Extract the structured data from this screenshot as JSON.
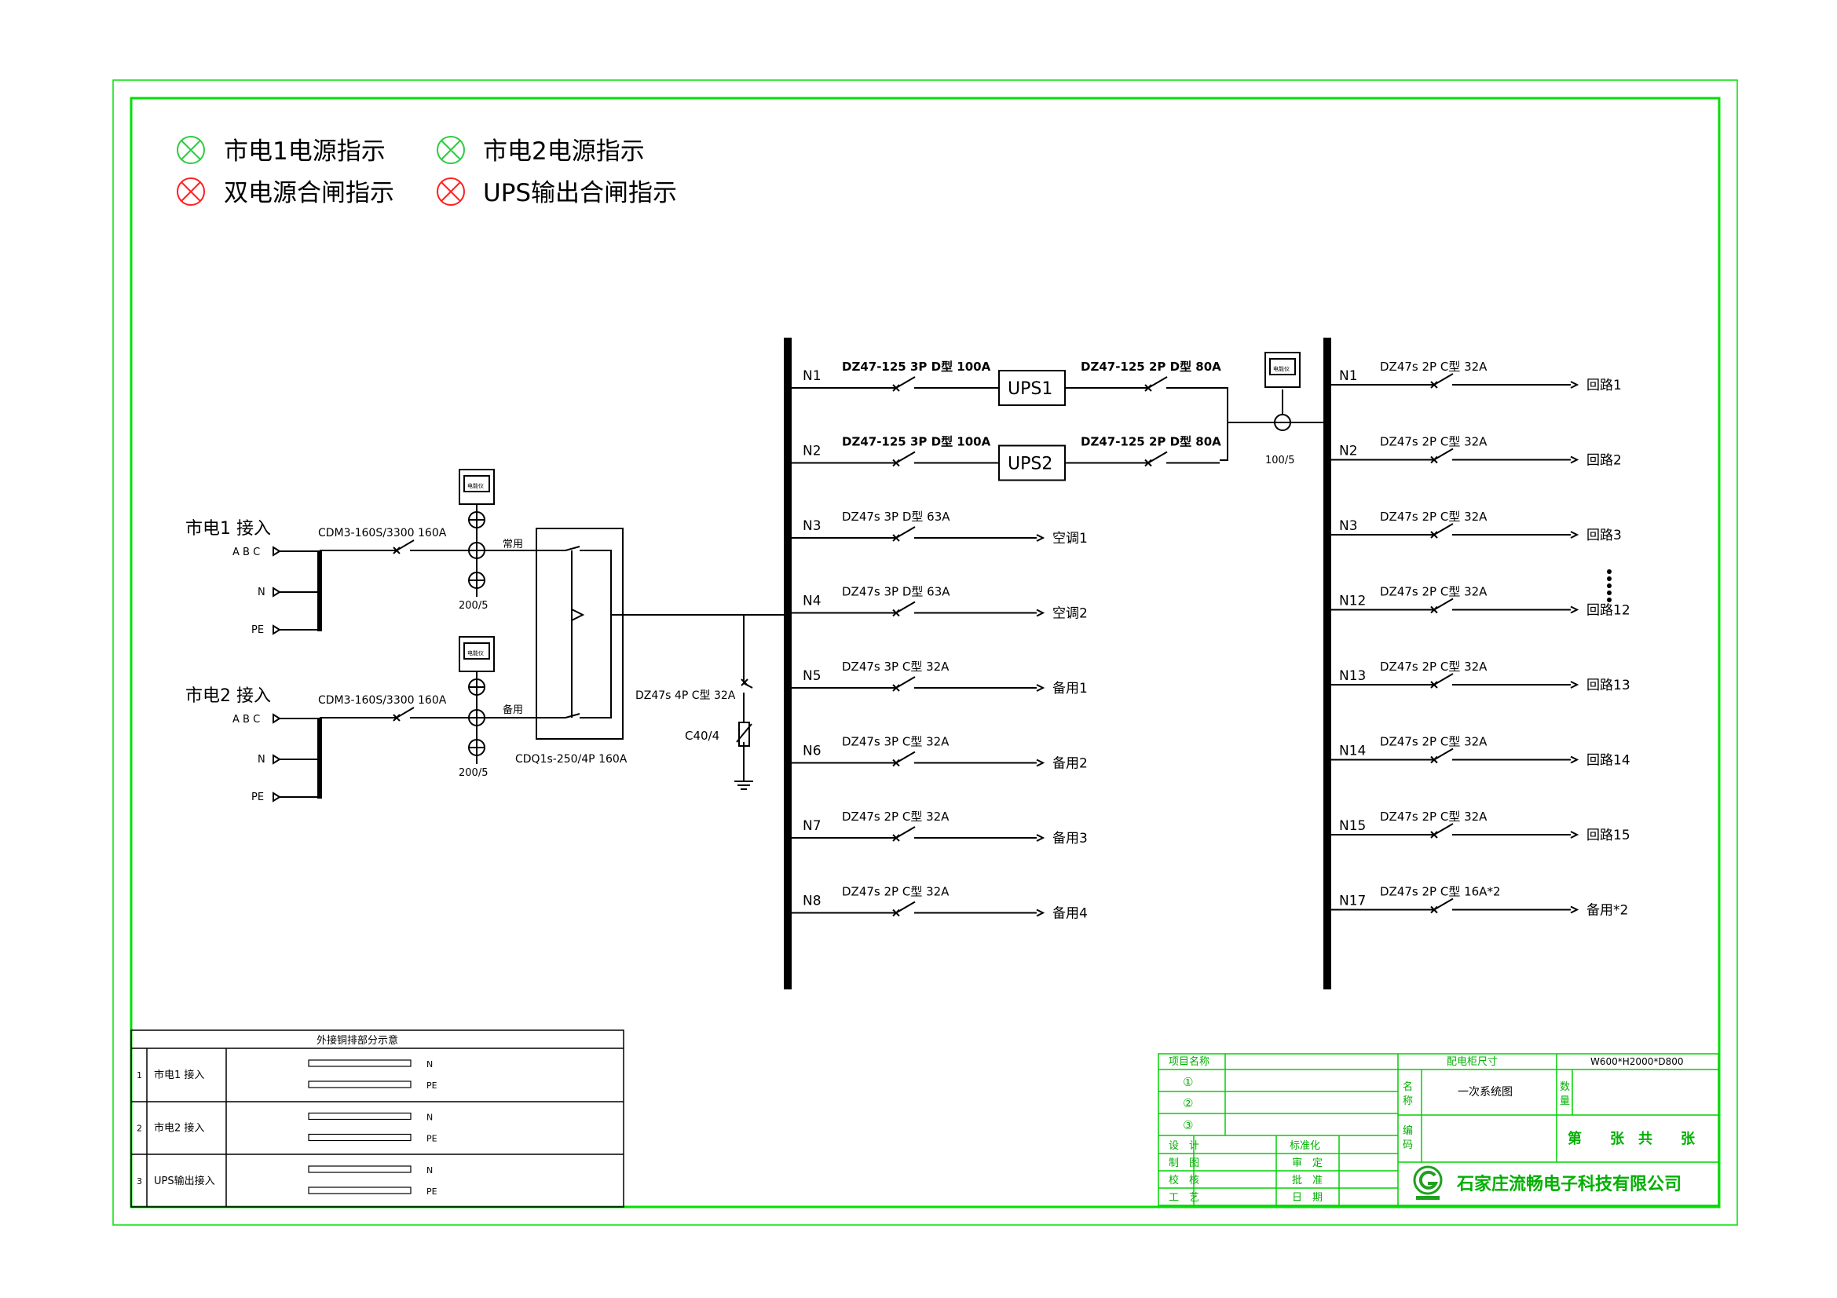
{
  "legend": [
    {
      "label": "市电1电源指示",
      "color": "#2ecc40"
    },
    {
      "label": "市电2电源指示",
      "color": "#2ecc40"
    },
    {
      "label": "双电源合闸指示",
      "color": "#ff2020"
    },
    {
      "label": "UPS输出合闸指示",
      "color": "#ff2020"
    }
  ],
  "inputs": [
    {
      "title": "市电1 接入",
      "phases": "A B C",
      "n": "N",
      "pe": "PE",
      "breaker": "CDM3-160S/3300 160A",
      "ct": "200/5",
      "tag": "常用",
      "meter": "电能仪"
    },
    {
      "title": "市电2 接入",
      "phases": "A B C",
      "n": "N",
      "pe": "PE",
      "breaker": "CDM3-160S/3300 160A",
      "ct": "200/5",
      "tag": "备用",
      "meter": "电能仪"
    }
  ],
  "ats": {
    "label": "CDQ1s-250/4P 160A"
  },
  "spd": {
    "breaker": "DZ47s 4P C型 32A",
    "arrester": "C40/4"
  },
  "bus1": [
    {
      "id": "N1",
      "breaker": "DZ47-125 3P D型 100A",
      "ups": "UPS1",
      "out_breaker": "DZ47-125 2P D型 80A"
    },
    {
      "id": "N2",
      "breaker": "DZ47-125 3P D型 100A",
      "ups": "UPS2",
      "out_breaker": "DZ47-125 2P D型 80A"
    },
    {
      "id": "N3",
      "breaker": "DZ47s 3P D型 63A",
      "dest": "空调1"
    },
    {
      "id": "N4",
      "breaker": "DZ47s 3P D型 63A",
      "dest": "空调2"
    },
    {
      "id": "N5",
      "breaker": "DZ47s 3P C型 32A",
      "dest": "备用1"
    },
    {
      "id": "N6",
      "breaker": "DZ47s 3P C型 32A",
      "dest": "备用2"
    },
    {
      "id": "N7",
      "breaker": "DZ47s 2P C型 32A",
      "dest": "备用3"
    },
    {
      "id": "N8",
      "breaker": "DZ47s 2P C型 32A",
      "dest": "备用4"
    }
  ],
  "ups_output": {
    "ct": "100/5",
    "meter": "电能仪"
  },
  "bus2": [
    {
      "id": "N1",
      "breaker": "DZ47s 2P C型 32A",
      "dest": "回路1"
    },
    {
      "id": "N2",
      "breaker": "DZ47s 2P C型 32A",
      "dest": "回路2"
    },
    {
      "id": "N3",
      "breaker": "DZ47s 2P C型 32A",
      "dest": "回路3"
    },
    {
      "id": "N12",
      "breaker": "DZ47s 2P C型 32A",
      "dest": "回路12"
    },
    {
      "id": "N13",
      "breaker": "DZ47s 2P C型 32A",
      "dest": "回路13"
    },
    {
      "id": "N14",
      "breaker": "DZ47s 2P C型 32A",
      "dest": "回路14"
    },
    {
      "id": "N15",
      "breaker": "DZ47s 2P C型 32A",
      "dest": "回路15"
    },
    {
      "id": "N17",
      "breaker": "DZ47s 2P C型 16A*2",
      "dest": "备用*2"
    }
  ],
  "copper_table": {
    "title": "外接铜排部分示意",
    "rows": [
      {
        "num": "1",
        "name": "市电1 接入",
        "bar1": "N",
        "bar2": "PE"
      },
      {
        "num": "2",
        "name": "市电2 接入",
        "bar1": "N",
        "bar2": "PE"
      },
      {
        "num": "3",
        "name": "UPS输出接入",
        "bar1": "N",
        "bar2": "PE"
      }
    ]
  },
  "title_block": {
    "project_label": "项目名称",
    "circle1": "①",
    "circle2": "②",
    "circle3": "③",
    "size_label": "配电柜尺寸",
    "size_value": "W600*H2000*D800",
    "name_label": "名\n称",
    "name_value": "一次系统图",
    "qty_label": "数\n量",
    "code_label": "编\n码",
    "sheet": "第　　张　共　　张",
    "design": "设　计",
    "drawing": "制　图",
    "check": "校　核",
    "process": "工　艺",
    "standard": "标准化",
    "review": "审　定",
    "approve": "批　准",
    "date": "日　期",
    "company": "石家庄流畅电子科技有限公司"
  }
}
